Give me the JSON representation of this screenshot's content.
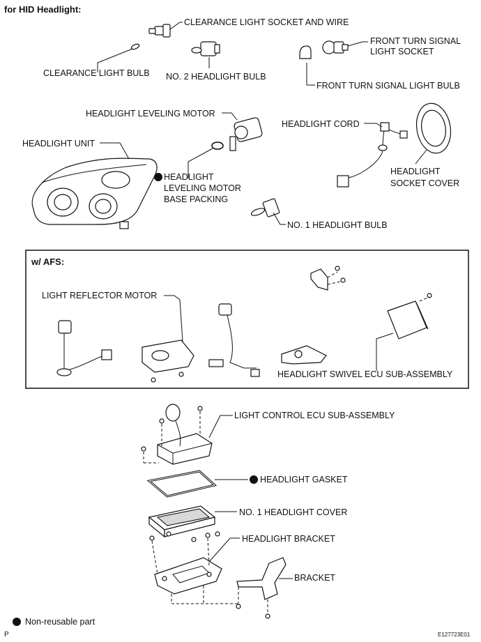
{
  "headers": {
    "hid": "for HID Headlight:",
    "afs": "w/ AFS:"
  },
  "labels": {
    "clearance_socket": "CLEARANCE LIGHT SOCKET AND WIRE",
    "clearance_bulb": "CLEARANCE LIGHT BULB",
    "no2_bulb": "NO. 2 HEADLIGHT BULB",
    "front_turn_socket_line1": "FRONT TURN SIGNAL",
    "front_turn_socket_line2": "LIGHT SOCKET",
    "front_turn_bulb": "FRONT TURN SIGNAL LIGHT BULB",
    "leveling_motor": "HEADLIGHT LEVELING MOTOR",
    "headlight_cord": "HEADLIGHT CORD",
    "headlight_unit": "HEADLIGHT UNIT",
    "base_packing_line1": "HEADLIGHT",
    "base_packing_line2": "LEVELING MOTOR",
    "base_packing_line3": "BASE PACKING",
    "socket_cover_line1": "HEADLIGHT",
    "socket_cover_line2": "SOCKET COVER",
    "no1_bulb": "NO. 1 HEADLIGHT BULB",
    "reflector_motor": "LIGHT REFLECTOR MOTOR",
    "swivel_ecu": "HEADLIGHT SWIVEL ECU SUB-ASSEMBLY",
    "light_control_ecu": "LIGHT CONTROL ECU SUB-ASSEMBLY",
    "gasket": "HEADLIGHT GASKET",
    "no1_cover": "NO. 1 HEADLIGHT COVER",
    "headlight_bracket": "HEADLIGHT BRACKET",
    "bracket": "BRACKET"
  },
  "legend": {
    "non_reusable": "Non-reusable part"
  },
  "footer": {
    "page_letter": "P",
    "figure_code": "E127723E01"
  }
}
